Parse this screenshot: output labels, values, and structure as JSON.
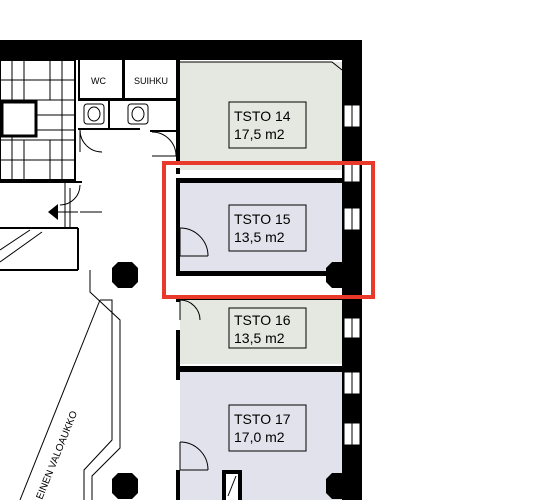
{
  "rooms": [
    {
      "name": "TSTO 14",
      "area": "17,5 m2",
      "selected": false
    },
    {
      "name": "TSTO 15",
      "area": "13,5 m2",
      "selected": true
    },
    {
      "name": "TSTO 16",
      "area": "13,5 m2",
      "selected": false
    },
    {
      "name": "TSTO 17",
      "area": "17,0 m2",
      "selected": false
    }
  ],
  "small_rooms": {
    "wc": "WC",
    "closet": "SUIHKU"
  },
  "lightwell_label": "EINEN VALOAUKKO",
  "colors": {
    "room_fill": "#e5e8e0",
    "selected_room_fill": "#e2e2ec",
    "wall": "#000000",
    "highlight": "#e8392b"
  }
}
